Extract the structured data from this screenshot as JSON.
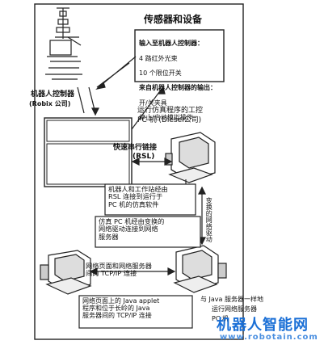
{
  "labels": {
    "sensors_title": "传感器和设备",
    "sensor_lines": [
      "输入至机器人控制器：",
      "4 路红外光束",
      "10 个限位开关",
      "来自机器人控制器的输出：",
      "开/关夹具",
      "停止/启动模拟操作"
    ],
    "robot_controller": "机器人控制器",
    "robot_company": "(Robix 公司)",
    "pc_running": "运行仿真程序的工控",
    "pc_company": "PC 机 (Diesel公司)",
    "fast_serial": "快速串行链接",
    "rsl": "(RSL)",
    "rsl_desc": "机器人和工作站经由\nRSL 连接到运行于\nPC 机的仿真软件",
    "network_desc": "仿真 PC 机经由变换的\n网络驱动连接到网络\n服务器",
    "vertical_label": "变换的网络驱动",
    "tcpip_desc": "网络页面和网络服务器\n间的 TCP/IP 连接",
    "java_desc": "网络页面上的 Java applet\n程序和位于长岭的 Java\n服务器间的 TCP/IP 连接",
    "java_server_line1": "与 Java 服务器一样地",
    "java_server_line2": "运行网络服务器",
    "java_server_line3": "PC 机"
  },
  "watermark": {
    "title": "机器人智能网",
    "url": "www.robotain.com"
  },
  "colors": {
    "watermark": "#1a6fd6",
    "ink": "#111111"
  }
}
